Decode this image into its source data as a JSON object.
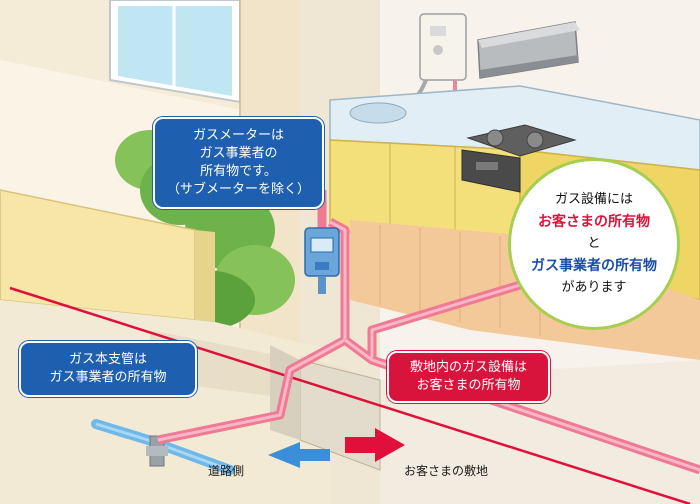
{
  "meter_callout": {
    "line1": "ガスメーターは",
    "line2": "ガス事業者の",
    "line3": "所有物です。",
    "line4": "（サブメーターを除く）"
  },
  "main_pipe_callout": {
    "line1": "ガス本支管は",
    "line2": "ガス事業者の所有物"
  },
  "premises_callout": {
    "line1": "敷地内のガス設備は",
    "line2": "お客さまの所有物"
  },
  "summary": {
    "line1": "ガス設備には",
    "line2": "お客さまの所有物",
    "line3": "と",
    "line4": "ガス事業者の所有物",
    "line5": "があります"
  },
  "ground_labels": {
    "road": "道路側",
    "premises": "お客さまの敷地"
  },
  "colors": {
    "customer_red": "#e0103a",
    "utility_blue": "#1f5fb0",
    "customer_pipe_pink": "#ef7a93",
    "utility_pipe_blue": "#6fb8e8",
    "circle_border_green": "#a6cf52"
  }
}
